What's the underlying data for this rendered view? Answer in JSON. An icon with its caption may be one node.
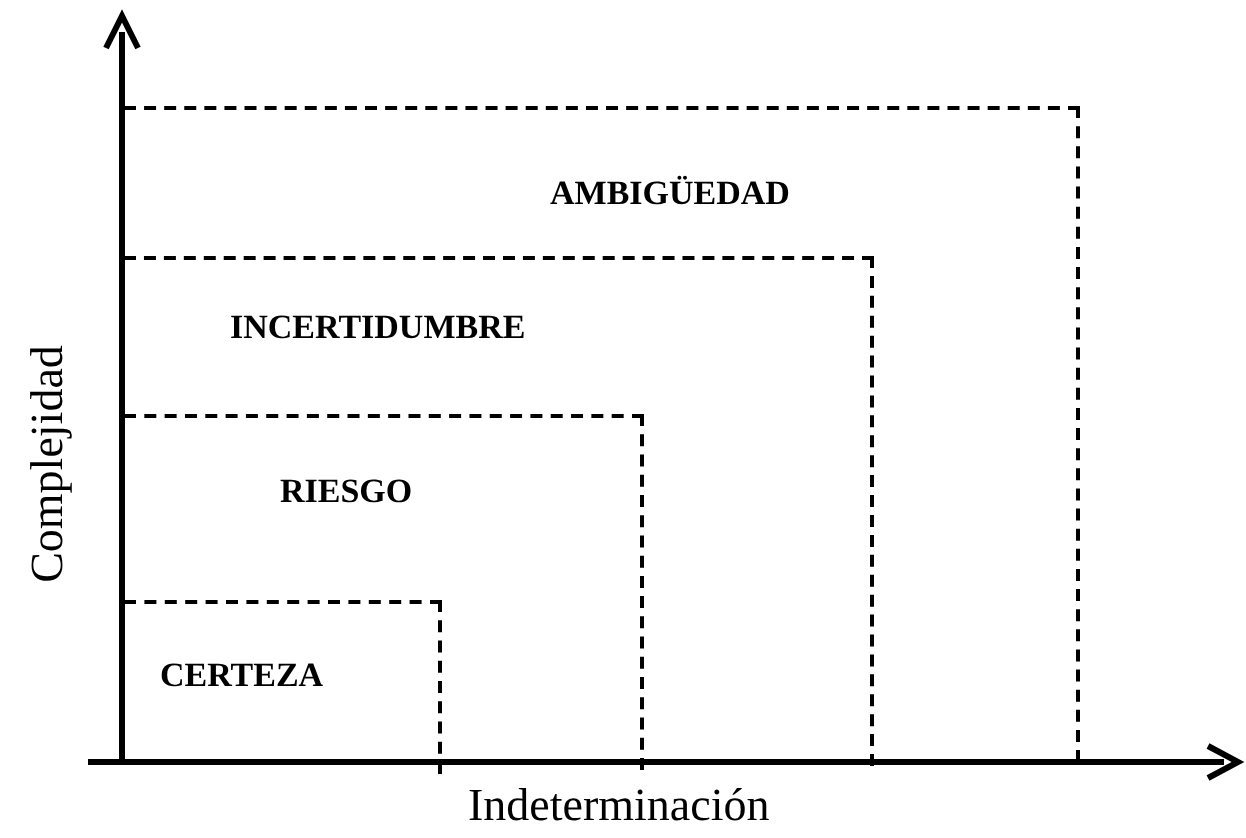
{
  "diagram": {
    "nodes": [
      {
        "text": [
          "AMBIGÜEDAD"
        ]
      },
      {
        "text": [
          "INCERTIDUMBRE"
        ],
        "in": 0
      },
      {
        "text": [
          "RIESGO"
        ],
        "in": 1
      },
      {
        "text": [
          "CERTEZA"
        ],
        "in": 2
      }
    ],
    "labels": [
      "Complejidad",
      "Indeterminación"
    ]
  }
}
